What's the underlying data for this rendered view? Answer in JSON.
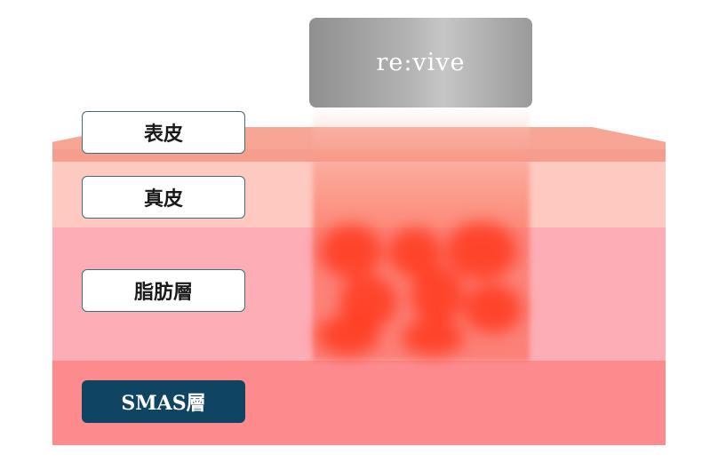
{
  "device": {
    "label": "re:vive"
  },
  "layers": {
    "epidermis": "表皮",
    "dermis": "真皮",
    "fat": "脂肪層",
    "smas": "SMAS層"
  },
  "colors": {
    "epidermis": "#f7a595",
    "dermis": "#fdc9c0",
    "fat": "#fdadb5",
    "smas": "#fd8b8e",
    "smas_label_bg": "#0f4562",
    "heat": "#ff3a1f"
  }
}
